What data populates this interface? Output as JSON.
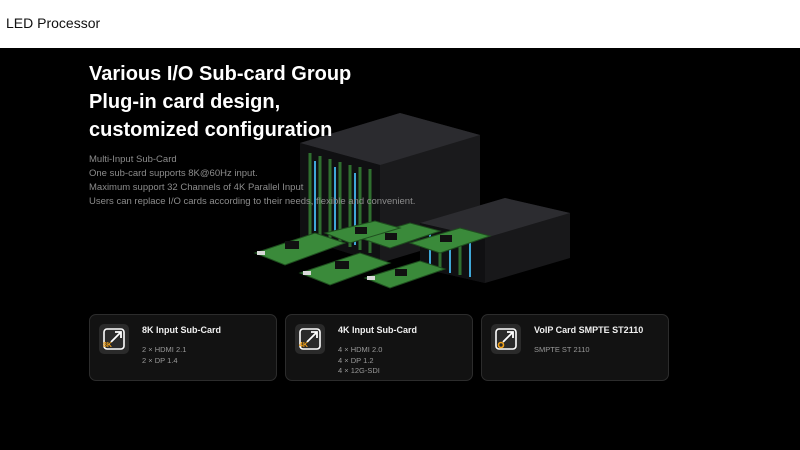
{
  "window": {
    "title": "LED Processor"
  },
  "hero": {
    "headline": [
      "Various I/O Sub-card Group",
      "Plug-in card design,",
      "customized configuration"
    ],
    "description": [
      "Multi-Input Sub-Card",
      "One sub-card supports 8K@60Hz input.",
      "Maximum support 32 Channels of 4K Parallel Input",
      "Users can replace I/O cards according to their needs, flexible and convenient."
    ]
  },
  "cards": [
    {
      "badge": "8K",
      "title": "8K Input Sub-Card",
      "specs": [
        "2 × HDMI 2.1",
        "2 × DP 1.4"
      ]
    },
    {
      "badge": "4K",
      "title": "4K Input Sub-Card",
      "specs": [
        "4 × HDMI 2.0",
        "4 × DP 1.2",
        "4 × 12G-SDI"
      ]
    },
    {
      "badge": "",
      "title": "VoIP Card SMPTE ST2110",
      "specs": [
        "SMPTE ST 2110"
      ]
    }
  ],
  "colors": {
    "accent": "#f3a31a",
    "background": "#000000",
    "card": "#121212",
    "pcb_green": "#3a8a3a"
  },
  "icons": [
    "external-link-arrow-icon"
  ]
}
